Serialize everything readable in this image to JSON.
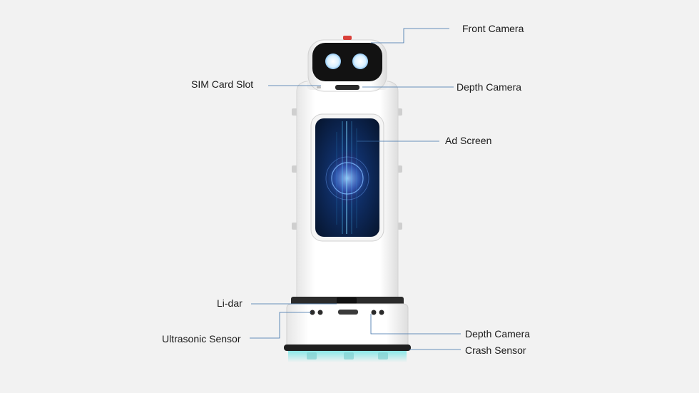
{
  "labels": {
    "front_camera": "Front Camera",
    "sim_card_slot": "SIM Card Slot",
    "depth_camera_top": "Depth Camera",
    "ad_screen": "Ad Screen",
    "lidar": "Li-dar",
    "ultrasonic_sensor": "Ultrasonic Sensor",
    "depth_camera_bottom": "Depth Camera",
    "crash_sensor": "Crash Sensor"
  },
  "colors": {
    "background": "#f2f2f2",
    "leader_line": "#3a6fa8",
    "robot_body": "#fbfbfb",
    "robot_shadow": "#d9d9d9",
    "face_panel": "#111111",
    "eye_glow": "#e8f6ff",
    "screen_dark": "#0a1c3a",
    "bumper_glow": "#7fe6e6"
  }
}
